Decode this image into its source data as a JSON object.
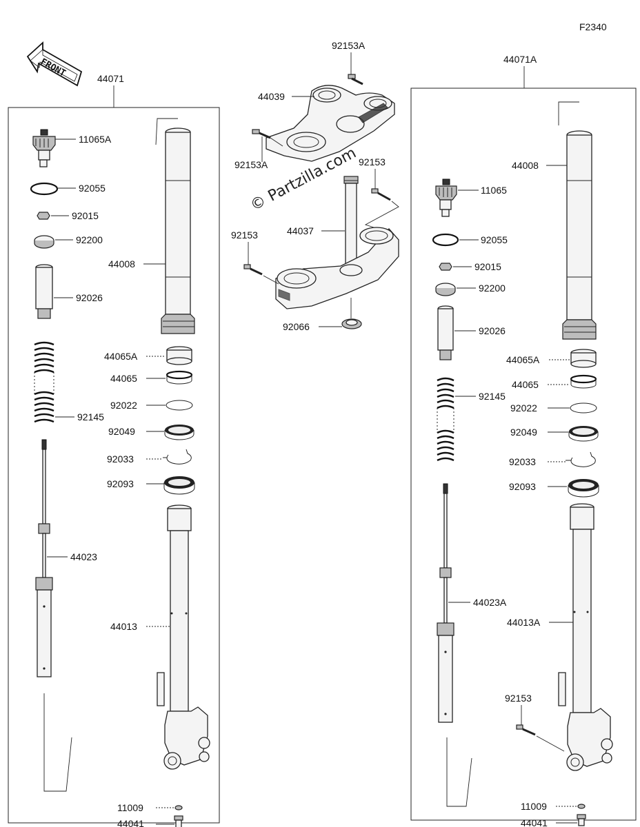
{
  "figure_code": "F2340",
  "front_arrow_label": "FRONT",
  "watermark": "© Partzilla.com",
  "assemblies": {
    "left": "44071",
    "right": "44071A"
  },
  "labels": {
    "center_92153A_top": "92153A",
    "center_44039": "44039",
    "center_92153A_bottom": "92153A",
    "center_92153_top": "92153",
    "center_44037": "44037",
    "center_92153_left": "92153",
    "center_92066": "92066",
    "left_11065A": "11065A",
    "left_92055": "92055",
    "left_92015": "92015",
    "left_92200": "92200",
    "left_92026": "92026",
    "left_44008": "44008",
    "left_44065A": "44065A",
    "left_44065": "44065",
    "left_92022": "92022",
    "left_92049": "92049",
    "left_92145": "92145",
    "left_92033": "92033",
    "left_92093": "92093",
    "left_44023": "44023",
    "left_44013": "44013",
    "left_11009": "11009",
    "left_44041": "44041",
    "right_44008": "44008",
    "right_11065": "11065",
    "right_92055": "92055",
    "right_92015": "92015",
    "right_92200": "92200",
    "right_92026": "92026",
    "right_44065A": "44065A",
    "right_44065": "44065",
    "right_92145": "92145",
    "right_92022": "92022",
    "right_92049": "92049",
    "right_92033": "92033",
    "right_92093": "92093",
    "right_44023A": "44023A",
    "right_44013A": "44013A",
    "right_92153": "92153",
    "right_11009": "11009",
    "right_44041": "44041"
  }
}
